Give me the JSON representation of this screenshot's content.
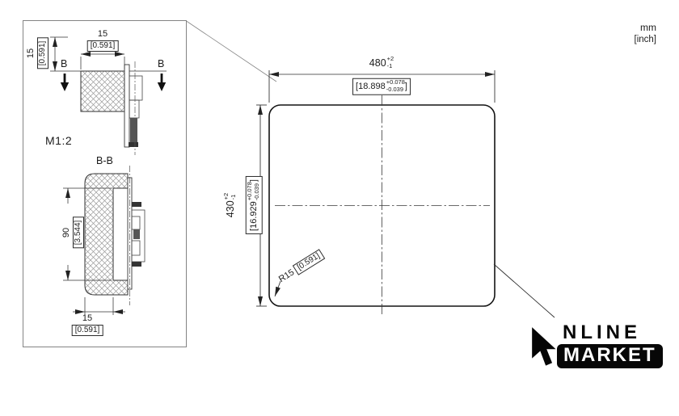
{
  "units": {
    "metric": "mm",
    "imperial": "[inch]"
  },
  "detail": {
    "scale": "M1:2",
    "section": "B-B",
    "cut_letter": "B",
    "dim_side_mm": "15",
    "dim_side_inch": "[0.591]",
    "dim_depth_mm": "15",
    "dim_depth_inch": "[0.591]",
    "dim_height_mm": "90",
    "dim_height_inch": "[3.544]",
    "dim_thickness_mm": "15",
    "dim_thickness_inch": "[0.591]"
  },
  "cutout": {
    "width": {
      "mm": "480",
      "tol_plus": "+2",
      "tol_minus": "-1",
      "inch": "[18.898",
      "inch_tol_plus": "+0.078",
      "inch_tol_minus": "-0.039",
      "inch_close": "]"
    },
    "height": {
      "mm": "430",
      "tol_plus": "+2",
      "tol_minus": "-1",
      "inch": "[16.929",
      "inch_tol_plus": "+0.078",
      "inch_tol_minus": "-0.039",
      "inch_close": "]"
    },
    "radius": {
      "label": "R15",
      "inch": "[0.591]"
    }
  },
  "logo": {
    "word1": "NLINE",
    "word2": "MARKET"
  }
}
